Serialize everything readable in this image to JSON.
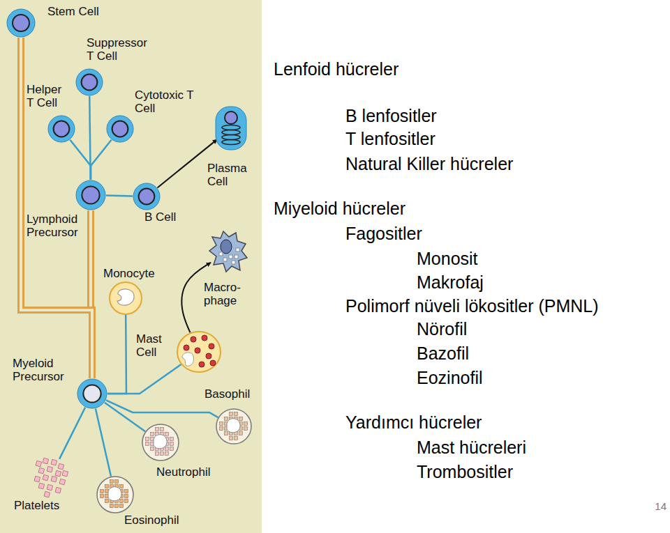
{
  "diagram": {
    "nodes": [
      {
        "text": [
          "Stem Cell"
        ]
      },
      {
        "text": [
          "Suppressor T Cell"
        ]
      },
      {
        "text": [
          "Helper T Cell"
        ]
      },
      {
        "text": [
          "Cytotoxic T Cell"
        ]
      },
      {
        "text": [
          "Plasma Cell"
        ]
      },
      {
        "text": [
          "Lymphoid Precursor"
        ]
      },
      {
        "text": [
          "B Cell"
        ]
      },
      {
        "text": [
          "Monocyte"
        ]
      },
      {
        "text": [
          "Macro- phage"
        ]
      },
      {
        "text": [
          "Mast Cell"
        ]
      },
      {
        "text": [
          "Myeloid Precursor"
        ]
      },
      {
        "text": [
          "Basophil"
        ]
      },
      {
        "text": [
          "Neutrophil"
        ]
      },
      {
        "text": [
          "Platelets"
        ]
      },
      {
        "text": [
          "Eosinophil"
        ]
      }
    ],
    "edges": [
      {
        "from": 0,
        "to": 5,
        "arrow": "none"
      },
      {
        "from": 0,
        "to": 10,
        "arrow": "none"
      },
      {
        "from": 5,
        "to": 2,
        "arrow": "none"
      },
      {
        "from": 5,
        "to": 1,
        "arrow": "none"
      },
      {
        "from": 5,
        "to": 3,
        "arrow": "none"
      },
      {
        "from": 5,
        "to": 6,
        "arrow": "none"
      },
      {
        "from": 6,
        "to": 4,
        "arrow": "to"
      },
      {
        "from": 10,
        "to": 7,
        "arrow": "none"
      },
      {
        "from": 10,
        "to": 9,
        "arrow": "none"
      },
      {
        "from": 10,
        "to": 11,
        "arrow": "none"
      },
      {
        "from": 10,
        "to": 12,
        "arrow": "none"
      },
      {
        "from": 10,
        "to": 14,
        "arrow": "none"
      },
      {
        "from": 10,
        "to": 13,
        "arrow": "none"
      },
      {
        "from": 9,
        "to": 8,
        "arrow": "to"
      }
    ],
    "labels": [
      "Lenfoid hücreler",
      "B lenfositler",
      "T lenfositler",
      "Natural Killer hücreler",
      "Miyeloid hücreler",
      "Fagositler",
      "Monosit",
      "Makrofaj",
      "Polimorf nüveli lökositler (PMNL)",
      "Nörofil",
      "Bazofil",
      "Eozinofil",
      "Yardımcı hücreler",
      "Mast hücreleri",
      "Trombositler",
      "14"
    ]
  }
}
